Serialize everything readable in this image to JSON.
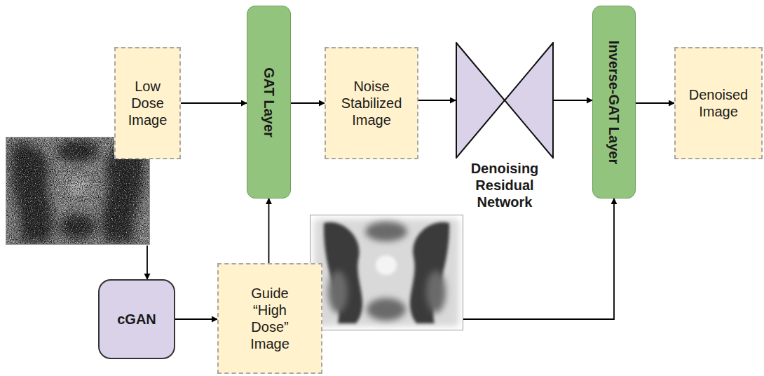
{
  "diagram": {
    "nodes": [
      {
        "text": [
          "Low Dose Image"
        ]
      },
      {
        "text": [
          "GAT Layer"
        ]
      },
      {
        "text": [
          "Noise Stabilized Image"
        ]
      },
      {
        "text": [
          "Denoising Residual Network"
        ]
      },
      {
        "text": [
          "Inverse-GAT Layer"
        ]
      },
      {
        "text": [
          "Denoised Image"
        ]
      },
      {
        "text": [
          "cGAN"
        ]
      },
      {
        "text": [
          "Guide “High Dose” Image"
        ]
      }
    ],
    "edges": [
      {
        "from": 0,
        "to": 1,
        "arrow": "to"
      },
      {
        "from": 1,
        "to": 2,
        "arrow": "to"
      },
      {
        "from": 2,
        "to": 3,
        "arrow": "to"
      },
      {
        "from": 3,
        "to": 4,
        "arrow": "to"
      },
      {
        "from": 4,
        "to": 5,
        "arrow": "to"
      },
      {
        "from": 0,
        "to": 6,
        "arrow": "to"
      },
      {
        "from": 6,
        "to": 7,
        "arrow": "to"
      },
      {
        "from": 7,
        "to": 1,
        "arrow": "to"
      },
      {
        "from": 7,
        "to": 4,
        "arrow": "to"
      }
    ]
  }
}
